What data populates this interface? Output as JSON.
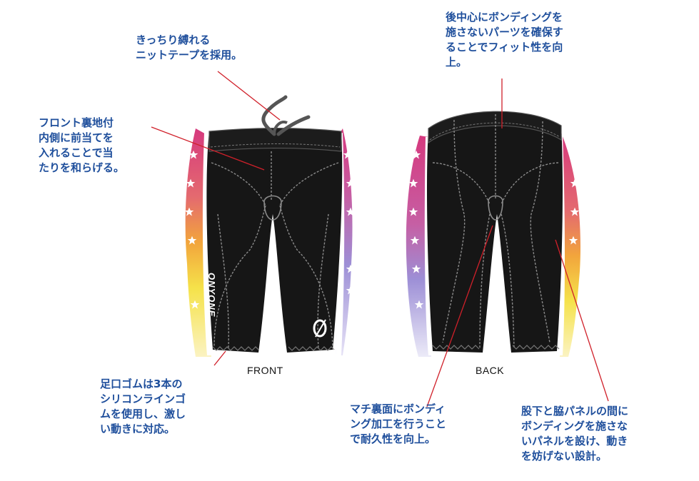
{
  "colors": {
    "annotation_text": "#1f4f9c",
    "leader_line": "#d0202a",
    "garment_body": "#161616",
    "stitching": "#8a8a8a",
    "stripe_top": "#d6397e",
    "stripe_yellow": "#f5e24a",
    "stripe_purple": "#9d8fd6"
  },
  "icons": {
    "front_wordmark": "onyone-wordmark",
    "front_logo": "o-mark-logo",
    "stars": "star-icon"
  },
  "views": {
    "front_label": "FRONT",
    "back_label": "BACK"
  },
  "annotations": {
    "knit_tape": {
      "lines": [
        "きっちり縛れる",
        "ニットテープを採用。"
      ]
    },
    "front_lining": {
      "lines": [
        "フロント裏地付",
        "内側に前当てを",
        "入れることで当",
        "たりを和らげる。"
      ]
    },
    "back_center": {
      "lines": [
        "後中心にボンディングを",
        "施さないパーツを確保す",
        "ることでフィット性を向",
        "上。"
      ]
    },
    "leg_gripper": {
      "lines": [
        "足口ゴムは3本の",
        "シリコンラインゴ",
        "ムを使用し、激し",
        "い動きに対応。"
      ]
    },
    "gusset": {
      "lines": [
        "マチ裏面にボンディ",
        "ング加工を行うこと",
        "で耐久性を向上。"
      ]
    },
    "side_panel": {
      "lines": [
        "股下と脇パネルの間に",
        "ボンディングを施さな",
        "いパネルを設け、動き",
        "を妨げない設計。"
      ]
    }
  }
}
